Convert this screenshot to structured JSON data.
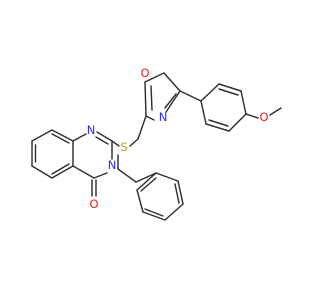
{
  "molecule": {
    "atom_labels": {
      "n1": "N",
      "n3": "N",
      "s": "S",
      "ox_o": "O",
      "ox_n2": "N",
      "ome_o": "O",
      "carbonyl_o": "O"
    },
    "colors": {
      "bond": "#303030",
      "nitrogen": "#2c2cf0",
      "oxygen": "#ee1c1c",
      "sulfur": "#b8a400",
      "background": "#ffffff"
    }
  }
}
